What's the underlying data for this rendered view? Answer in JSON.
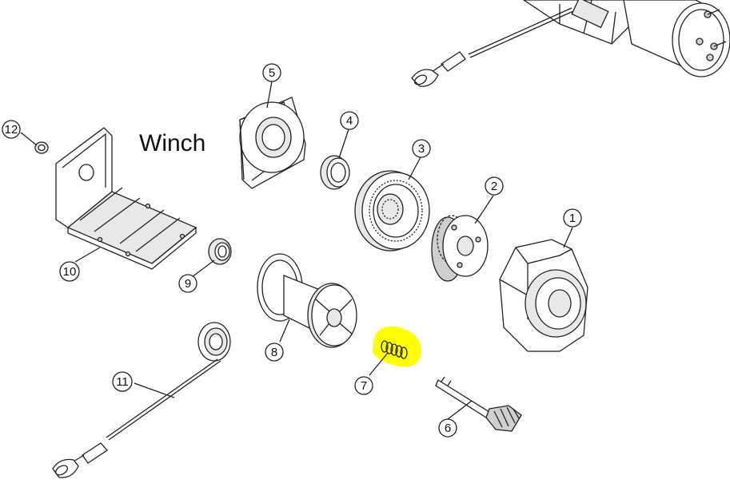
{
  "diagram": {
    "title": "Winch",
    "highlight_color": "#ffff00",
    "highlighted_part": "7",
    "callouts": [
      {
        "num": "1"
      },
      {
        "num": "2"
      },
      {
        "num": "3"
      },
      {
        "num": "4"
      },
      {
        "num": "5"
      },
      {
        "num": "6"
      },
      {
        "num": "7"
      },
      {
        "num": "8"
      },
      {
        "num": "9"
      },
      {
        "num": "10"
      },
      {
        "num": "11"
      },
      {
        "num": "12"
      }
    ]
  }
}
